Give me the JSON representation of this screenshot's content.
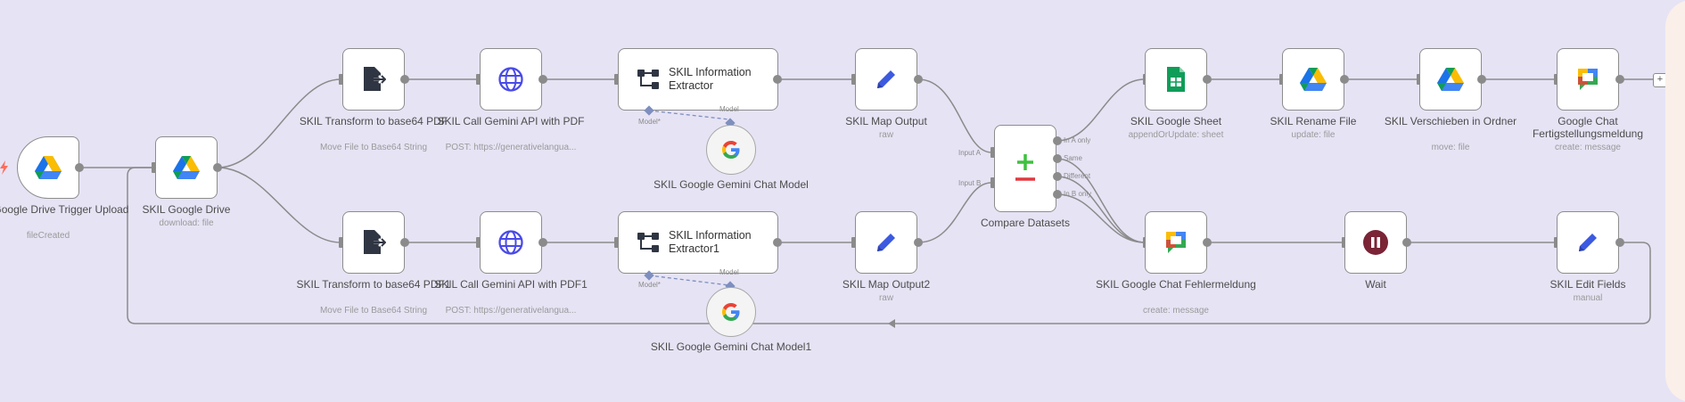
{
  "nodes": {
    "trigger": {
      "label": "SKIL Google Drive Trigger Upload",
      "sub": "fileCreated"
    },
    "drive": {
      "label": "SKIL Google Drive",
      "sub": "download: file"
    },
    "transform1": {
      "label": "SKIL Transform to base64 PDF",
      "sub": "Move File to Base64 String"
    },
    "gemini_api1": {
      "label": "SKIL Call Gemini API with PDF",
      "sub": "POST: https://generativelangua..."
    },
    "extractor1": {
      "label": "SKIL Information Extractor"
    },
    "chat_model1": {
      "label": "SKIL Google Gemini Chat Model"
    },
    "map1": {
      "label": "SKIL Map Output",
      "sub": "raw"
    },
    "transform2": {
      "label": "SKIL Transform to base64 PDF1",
      "sub": "Move File to Base64 String"
    },
    "gemini_api2": {
      "label": "SKIL Call Gemini API with PDF1",
      "sub": "POST: https://generativelangua..."
    },
    "extractor2": {
      "label": "SKIL Information Extractor1"
    },
    "chat_model2": {
      "label": "SKIL Google Gemini Chat Model1"
    },
    "map2": {
      "label": "SKIL Map Output2",
      "sub": "raw"
    },
    "compare": {
      "label": "Compare Datasets"
    },
    "sheet": {
      "label": "SKIL Google Sheet",
      "sub": "appendOrUpdate: sheet"
    },
    "rename": {
      "label": "SKIL Rename File",
      "sub": "update: file"
    },
    "move": {
      "label": "SKIL Verschieben in Ordner",
      "sub": "move: file"
    },
    "chat_done": {
      "label": "Google Chat Fertigstellungsmeldung",
      "sub": "create: message"
    },
    "chat_error": {
      "label": "SKIL Google Chat Fehlermeldung",
      "sub": "create: message"
    },
    "wait": {
      "label": "Wait"
    },
    "edit": {
      "label": "SKIL Edit Fields",
      "sub": "manual"
    }
  },
  "ports": {
    "model": "Model",
    "model_required": "Model*",
    "input_a": "Input A",
    "input_b": "Input B",
    "in_a_only": "In A only",
    "same": "Same",
    "different": "Different",
    "in_b_only": "In B only"
  },
  "add_button": "+",
  "colors": {
    "canvas": "#e6e3f4",
    "connection": "#8b8b8b",
    "ai_connection": "#7e8fbf",
    "trigger_bolt": "#ff6d5a",
    "compare_plus": "#3fc13f",
    "compare_minus": "#e0383e",
    "wait": "#7a2436",
    "edit_pencil": "#3c5ae0",
    "http_globe": "#4a4ae8"
  }
}
